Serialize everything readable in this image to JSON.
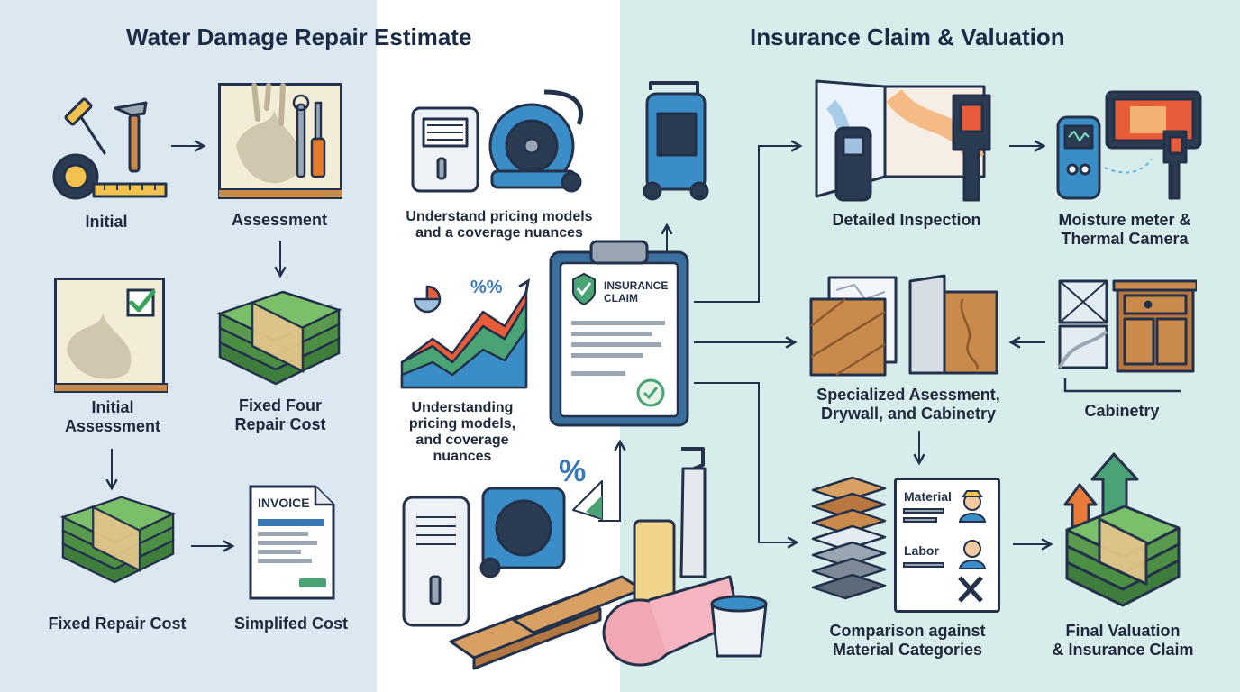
{
  "titles": {
    "left": "Water Damage Repair Estimate",
    "right": "Insurance Claim & Valuation"
  },
  "left_flow": {
    "initial": "Initial",
    "assessment": "Assessment",
    "initial_assessment_1": "Initial",
    "initial_assessment_2": "Assessment",
    "fixed_four_1": "Fixed Four",
    "fixed_four_2": "Repair Cost",
    "fixed_repair_cost": "Fixed Repair Cost",
    "simplified_cost": "Simplifed Cost",
    "invoice_heading": "INVOICE"
  },
  "middle": {
    "pricing_top_1": "Understand pricing models",
    "pricing_top_2": "and a coverage nuances",
    "pricing_bottom_1": "Understanding",
    "pricing_bottom_2": "pricing models,",
    "pricing_bottom_3": "and coverage",
    "pricing_bottom_4": "nuances",
    "percent_top": "%%",
    "percent_bottom": "%",
    "claim_line1": "INSURANCE",
    "claim_line2": "CLAIM"
  },
  "right_flow": {
    "detailed_inspection": "Detailed Inspection",
    "moisture_1": "Moisture meter &",
    "moisture_2": "Thermal Camera",
    "specialized_1": "Specialized Asessment,",
    "specialized_2": "Drywall, and Cabinetry",
    "cabinetry": "Cabinetry",
    "comparison_1": "Comparison against",
    "comparison_2": "Material Categories",
    "final_1": "Final Valuation",
    "final_2": "& Insurance Claim",
    "card_material": "Material",
    "card_labor": "Labor"
  },
  "colors": {
    "left_bg": "#dbe8f2",
    "right_bg": "#d8ecec",
    "accent_blue": "#3a78b5",
    "money_green": "#5a9a4e",
    "outline": "#23324a"
  }
}
